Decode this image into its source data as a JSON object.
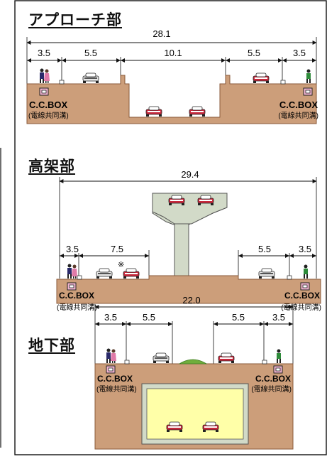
{
  "sections": {
    "approach": {
      "title": "アプローチ部",
      "total_width": "28.1",
      "widths": [
        "3.5",
        "5.5",
        "10.1",
        "5.5",
        "3.5"
      ]
    },
    "elevated": {
      "title": "高架部",
      "total_width": "29.4",
      "widths_left": [
        "3.5",
        "7.5"
      ],
      "widths_right": [
        "5.5",
        "3.5"
      ],
      "note_mark": "※"
    },
    "underground": {
      "title": "地下部",
      "total_width": "22.0",
      "widths": [
        "3.5",
        "5.5",
        "5.5",
        "3.5"
      ]
    }
  },
  "ccbox": {
    "label": "C.C.BOX",
    "sublabel": "(電線共同溝)"
  },
  "colors": {
    "ground": "#cc9e7a",
    "ground_stroke": "#8a5a3a",
    "pier": "#d2dac8",
    "tunnel_inner": "#ffffa8",
    "car_red": "#c8283c",
    "car_white": "#e8e8e8",
    "median_green": "#6fae3c",
    "pedestrian_green": "#2e8b3a",
    "box_pink": "#f3b6d2"
  }
}
